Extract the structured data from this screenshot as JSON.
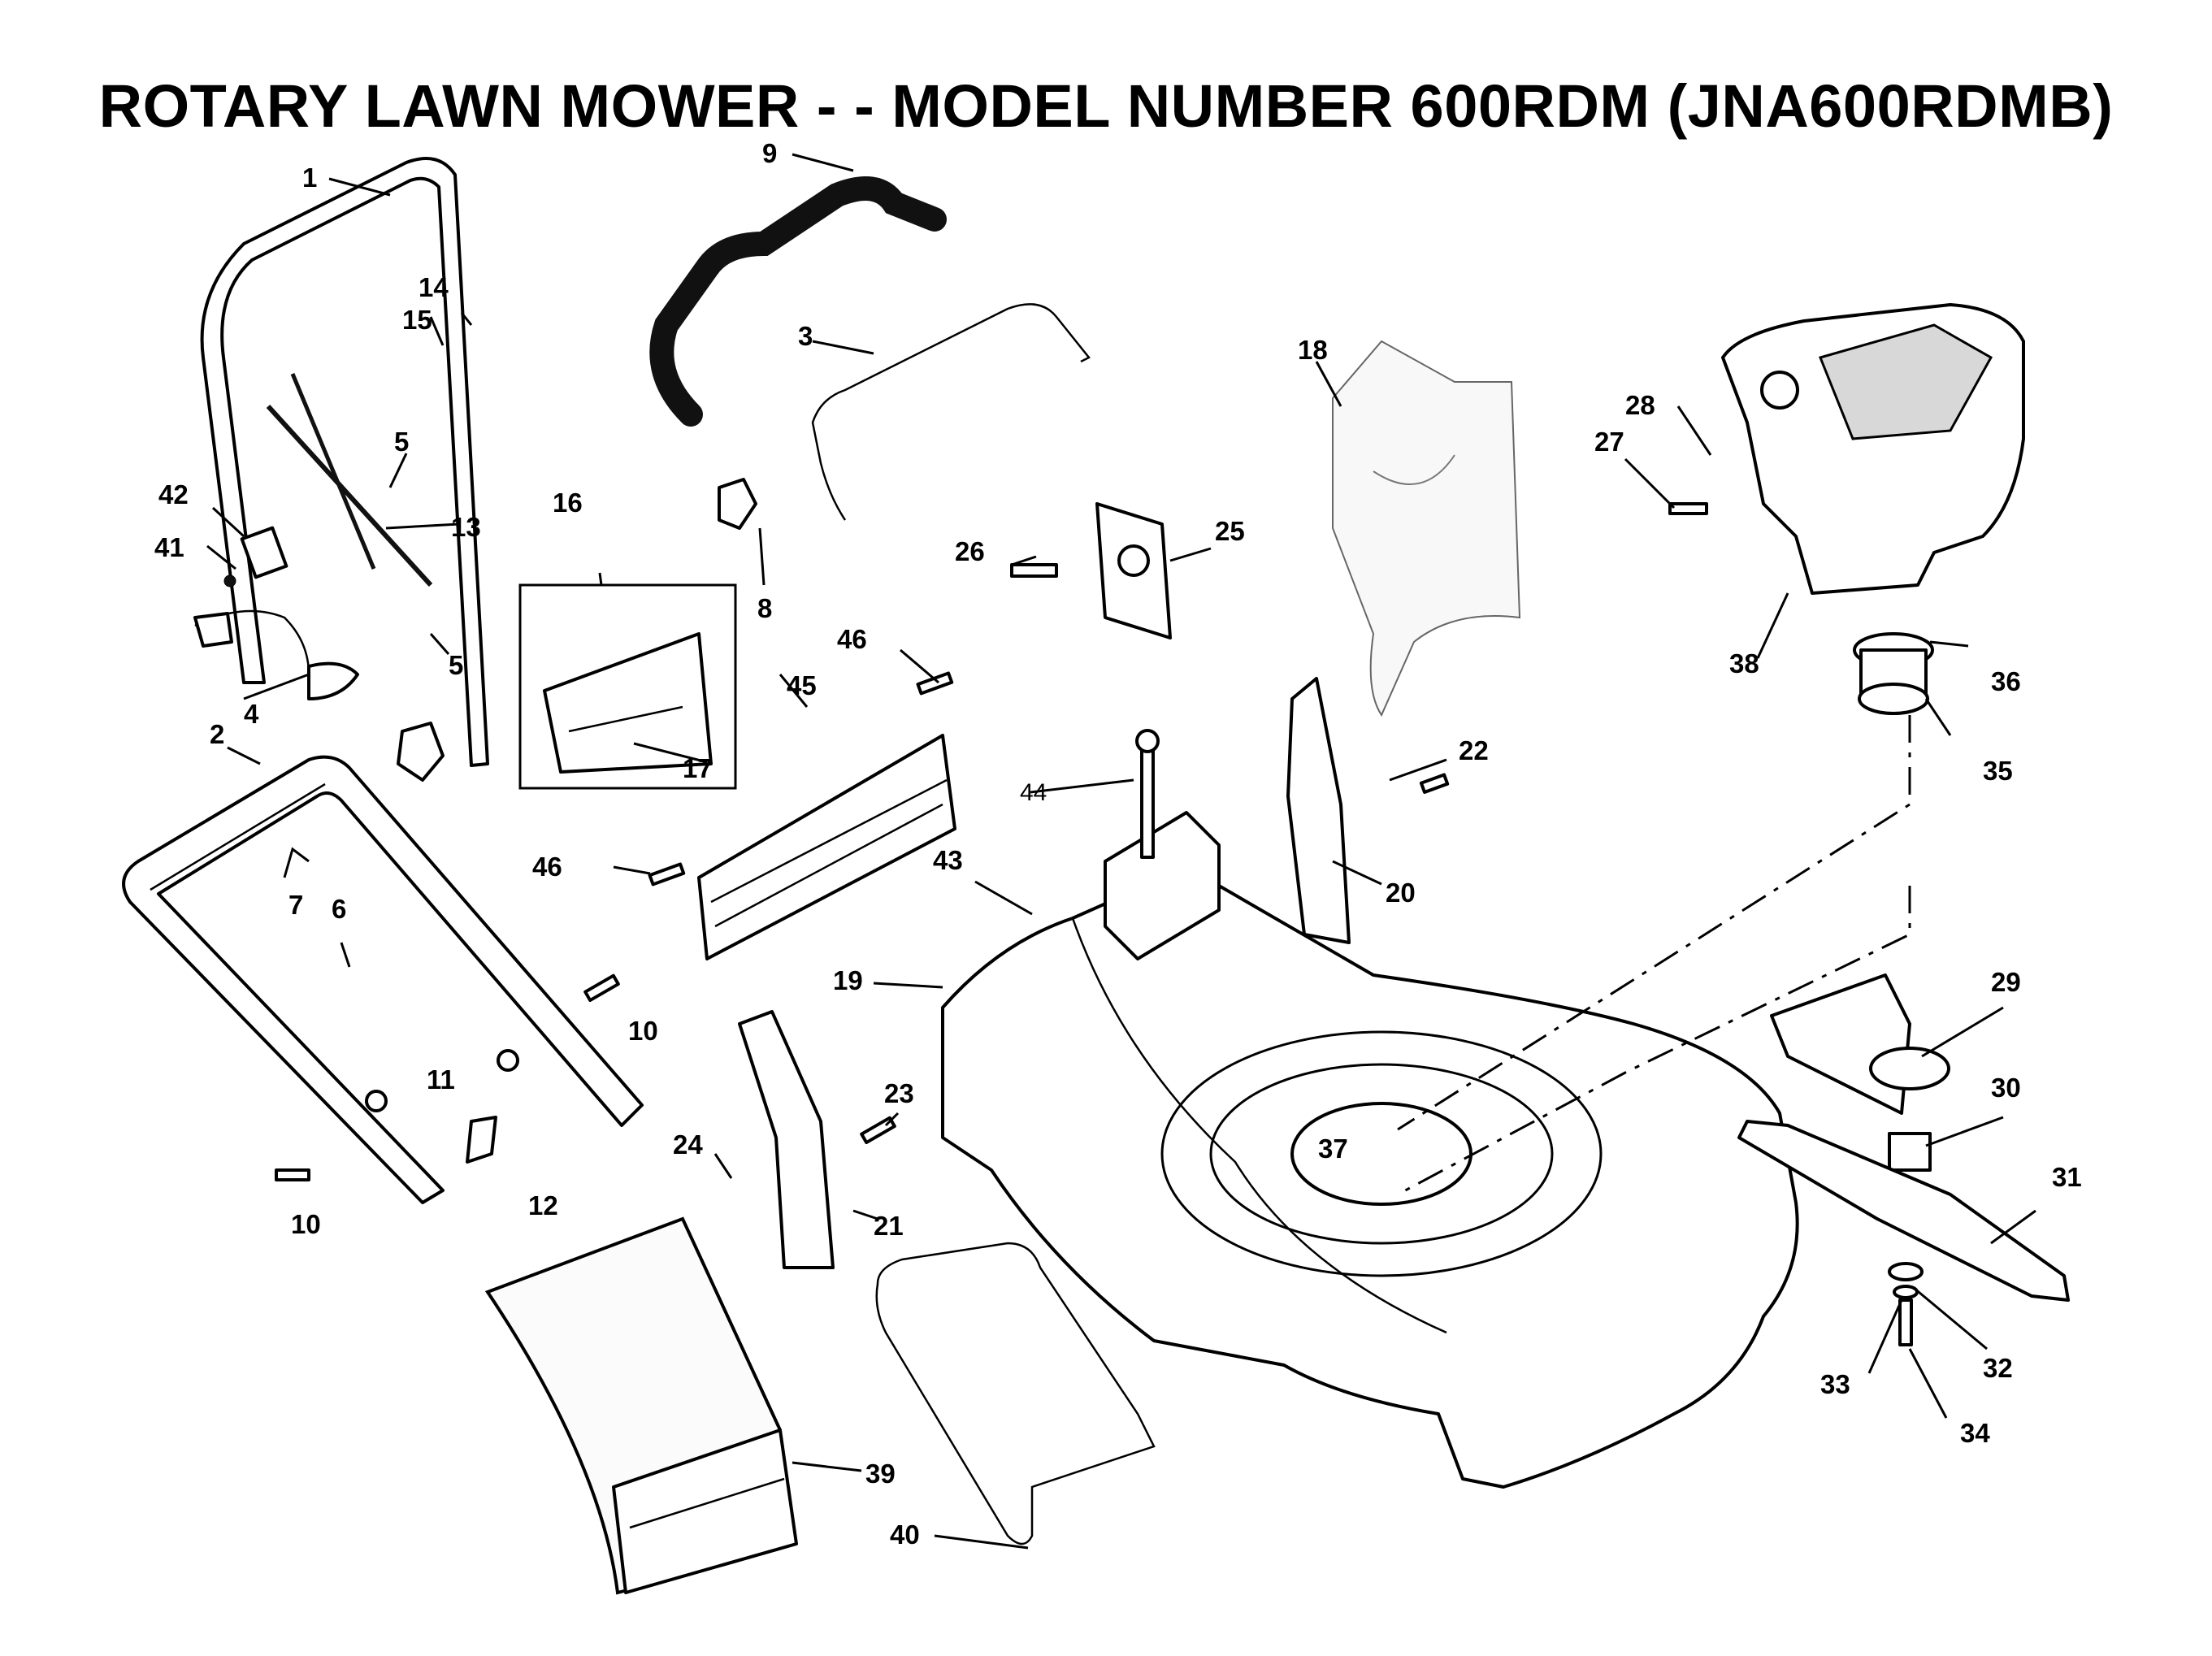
{
  "title": "ROTARY LAWN MOWER - - MODEL NUMBER 600RDM (JNA600RDMB)",
  "callouts": {
    "c1": "1",
    "c2": "2",
    "c3": "3",
    "c4": "4",
    "c5a": "5",
    "c5b": "5",
    "c6": "6",
    "c7": "7",
    "c8": "8",
    "c9": "9",
    "c10a": "10",
    "c10b": "10",
    "c11": "11",
    "c12": "12",
    "c13": "13",
    "c14": "14",
    "c15": "15",
    "c16": "16",
    "c17": "17",
    "c18": "18",
    "c19": "19",
    "c20": "20",
    "c21": "21",
    "c22": "22",
    "c23": "23",
    "c24": "24",
    "c25": "25",
    "c26": "26",
    "c27": "27",
    "c28": "28",
    "c29": "29",
    "c30": "30",
    "c31": "31",
    "c32": "32",
    "c33": "33",
    "c34": "34",
    "c35": "35",
    "c36": "36",
    "c37": "37",
    "c38": "38",
    "c39": "39",
    "c40": "40",
    "c41": "41",
    "c42": "42",
    "c43": "43",
    "c44": "44",
    "c45": "45",
    "c46a": "46",
    "c46b": "46"
  }
}
